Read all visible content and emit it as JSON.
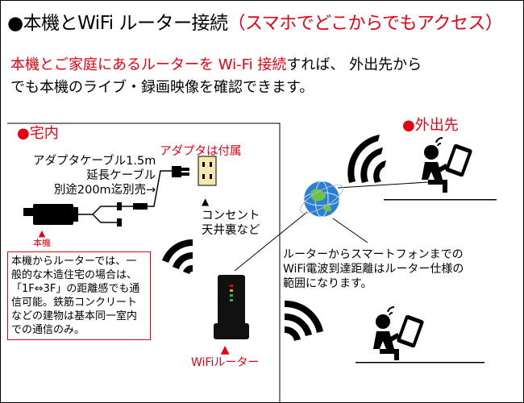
{
  "title": {
    "main": "●本機とWiFi ルーター接続",
    "sub": "（スマホでどこからでもアクセス）"
  },
  "intro": {
    "red_part": "本機とご家庭にあるルーターを Wi-Fi 接続",
    "rest": "すれば、 外出先から",
    "line2": "でも本機のライブ・録画映像を確認できます。"
  },
  "home_label": "●宅内",
  "outside_label": "●外出先",
  "cable_text": [
    "アダプタケーブル1.5m",
    "延長ケーブル",
    "別途200m迄別売→"
  ],
  "adapter_label": "アダプタは付属",
  "outlet": {
    "arrow": "▲",
    "lines": [
      "コンセント",
      "天井裏など"
    ]
  },
  "camera_label": {
    "arrow": "▲",
    "text": "本機"
  },
  "note_text": "本機からルーターでは、一般的な木造住宅の場合は、「1F⇔3F」の距離感でも通信可能。鉄筋コンクリートなどの建物は基本同一室内での通信のみ。",
  "range_note": [
    "ルーターからスマートフォンまでの",
    "WiFi電波到達距離はルーター仕様の",
    "範囲になります。"
  ],
  "router_label": {
    "arrow": "▲",
    "text": "WiFiルーター"
  },
  "colors": {
    "accent": "#e60012",
    "globe": "#2a7fd4"
  }
}
